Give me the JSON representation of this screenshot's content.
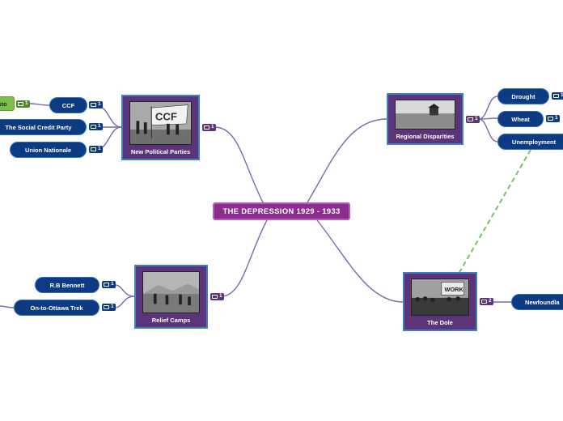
{
  "central": {
    "label": "THE DEPRESSION 1929 - 1933"
  },
  "topics": {
    "new_political_parties": {
      "label": "New Political Parties",
      "photo_text": "CCF",
      "comments": "1"
    },
    "regional_disparities": {
      "label": "Regional Disparities",
      "comments": "1"
    },
    "relief_camps": {
      "label": "Relief Camps",
      "comments": "1"
    },
    "the_dole": {
      "label": "The Dole",
      "photo_text": "WORK",
      "comments": "2"
    }
  },
  "subtopics": {
    "ccf": {
      "label": "CCF",
      "comments": "1"
    },
    "social_credit": {
      "label": "The Social Credit Party",
      "comments": "1"
    },
    "union_nationale": {
      "label": "Union Nationale",
      "comments": "1"
    },
    "manifesto": {
      "label": "sto",
      "comments": "1"
    },
    "drought": {
      "label": "Drought",
      "comments": "1"
    },
    "wheat": {
      "label": "Wheat",
      "comments": "1"
    },
    "unemployment": {
      "label": "Unemployment"
    },
    "rb_bennett": {
      "label": "R.B Bennett",
      "comments": "1"
    },
    "on_to_ottawa": {
      "label": "On-to-Ottawa Trek",
      "comments": "1"
    },
    "newfoundland": {
      "label": "Newfoundla"
    }
  },
  "colors": {
    "branch_line": "#7a6aae",
    "relationship_line": "#7cbf5e",
    "central_fill": "#8a2d8e",
    "topic_fill": "#5b3479",
    "subtopic_fill": "#0d3b82"
  }
}
